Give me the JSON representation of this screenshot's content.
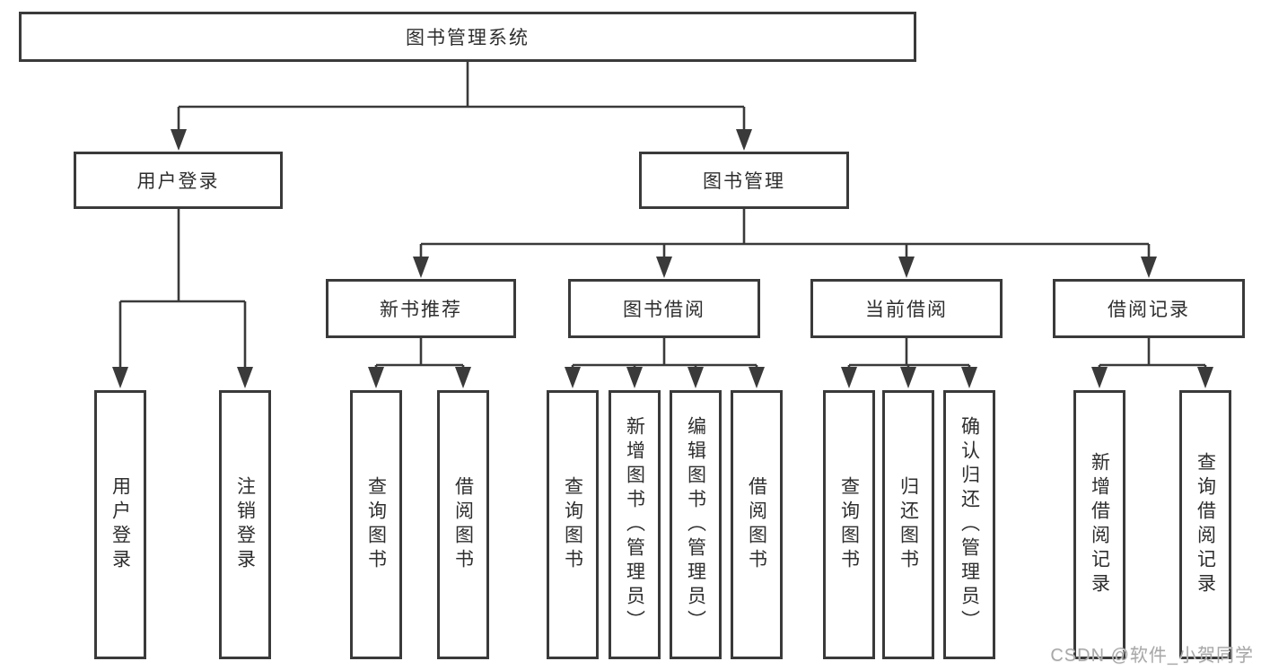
{
  "root": {
    "label": "图书管理系统"
  },
  "level2": [
    {
      "label": "用户登录"
    },
    {
      "label": "图书管理"
    }
  ],
  "level3": [
    {
      "label": "新书推荐"
    },
    {
      "label": "图书借阅"
    },
    {
      "label": "当前借阅"
    },
    {
      "label": "借阅记录"
    }
  ],
  "leaves": [
    {
      "label": "用户登录"
    },
    {
      "label": "注销登录"
    },
    {
      "label": "查询图书"
    },
    {
      "label": "借阅图书"
    },
    {
      "label": "查询图书"
    },
    {
      "label": "新增图书（管理员）"
    },
    {
      "label": "编辑图书（管理员）"
    },
    {
      "label": "借阅图书"
    },
    {
      "label": "查询图书"
    },
    {
      "label": "归还图书"
    },
    {
      "label": "确认归还（管理员）"
    },
    {
      "label": "新增借阅记录"
    },
    {
      "label": "查询借阅记录"
    }
  ],
  "watermark": {
    "text": "CSDN @软件_小贺同学"
  },
  "colors": {
    "line": "#3a3a3a",
    "text": "#2e2e2e",
    "watermark": "#a8a8a8",
    "background": "#ffffff"
  }
}
